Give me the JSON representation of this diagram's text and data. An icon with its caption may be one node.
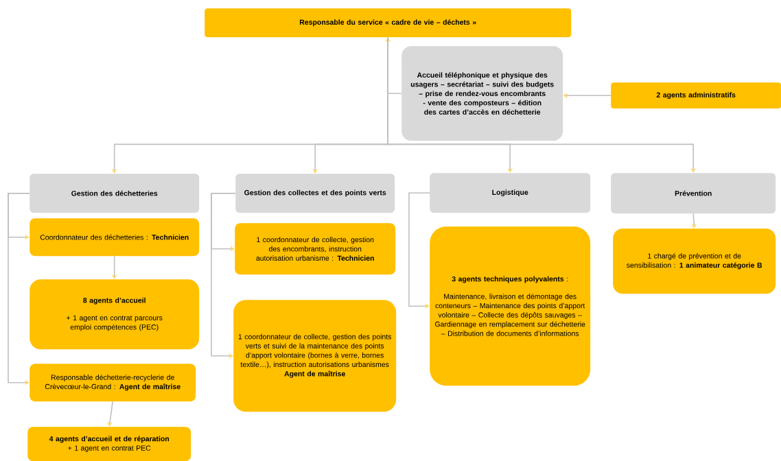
{
  "diagram": {
    "nodes": [
      {
        "text": [
          "Responsable du service « cadre de vie – déchets »"
        ]
      },
      {
        "text": [
          "Accueil téléphonique et physique des usagers – secrétariat – suivi des budgets – prise de rendez-vous encombrants - vente des composteurs – édition des cartes d’accès en déchetterie"
        ]
      },
      {
        "text": [
          "2 agents administratifs"
        ]
      },
      {
        "text": [
          "Gestion des déchetteries"
        ]
      },
      {
        "text": [
          "Coordonnateur des déchetteries : **Technicien**"
        ]
      },
      {
        "text": [
          "8 agents d’accueil",
          "+ 1 agent en contrat parcours emploi compétences (PEC)"
        ]
      },
      {
        "text": [
          "Responsable déchetterie-recyclerie de Crèvecœur-le-Grand : **Agent de maîtrise**"
        ]
      },
      {
        "text": [
          "4 agents d’accueil et de réparation",
          "+ 1 agent en contrat PEC"
        ]
      },
      {
        "text": [
          "Gestion des collectes et des points verts"
        ]
      },
      {
        "text": [
          "1 coordonnateur de collecte, gestion des encombrants, instruction autorisation urbanisme : **Technicien**"
        ]
      },
      {
        "text": [
          "1 coordonnateur de collecte, gestion des points verts et suivi de la maintenance des points d’apport volontaire (bornes à verre, bornes textile…), instruction autorisations urbanismes",
          "Agent de maîtrise"
        ]
      },
      {
        "text": [
          "Logistique"
        ]
      },
      {
        "text": [
          "**3 agents techniques polyvalents** :",
          "Maintenance, livraison et démontage des conteneurs – Maintenance des points d’apport volontaire – Collecte des dépôts sauvages – Gardiennage en remplacement sur déchetterie – Distribution de documents d’informations"
        ]
      },
      {
        "text": [
          "Prévention"
        ]
      },
      {
        "text": [
          "1 chargé de prévention et de sensibilisation : **1 animateur catégorie B**"
        ]
      }
    ],
    "edges": [
      {
        "from": 1,
        "to": 0,
        "arrow": "to"
      },
      {
        "from": 2,
        "to": 1,
        "arrow": "to"
      },
      {
        "from": 0,
        "to": 3,
        "arrow": "to"
      },
      {
        "from": 0,
        "to": 8,
        "arrow": "to"
      },
      {
        "from": 0,
        "to": 11,
        "arrow": "to"
      },
      {
        "from": 0,
        "to": 13,
        "arrow": "to"
      },
      {
        "from": 3,
        "to": 4,
        "arrow": "to"
      },
      {
        "from": 4,
        "to": 5,
        "arrow": "to"
      },
      {
        "from": 3,
        "to": 6,
        "arrow": "to"
      },
      {
        "from": 6,
        "to": 7,
        "arrow": "to"
      },
      {
        "from": 8,
        "to": 9,
        "arrow": "to"
      },
      {
        "from": 8,
        "to": 10,
        "arrow": "to"
      },
      {
        "from": 11,
        "to": 12,
        "arrow": "to"
      },
      {
        "from": 13,
        "to": 14,
        "arrow": "to"
      }
    ]
  }
}
